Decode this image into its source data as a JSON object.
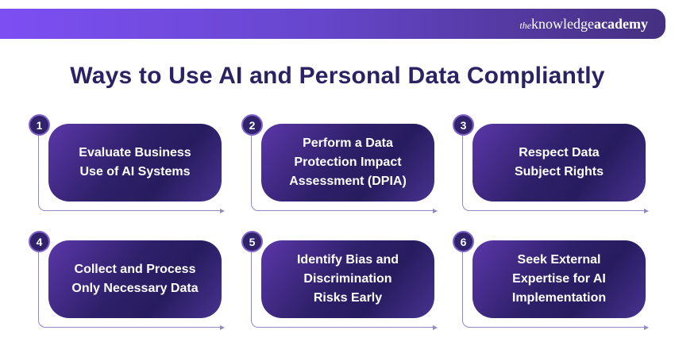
{
  "header": {
    "logo_the": "the",
    "logo_knowledge": "knowledge",
    "logo_academy": "academy"
  },
  "title": "Ways to Use AI and Personal Data Compliantly",
  "colors": {
    "header_gradient_start": "#7d4ff3",
    "header_gradient_end": "#453080",
    "title_text": "#2b2264",
    "card_gradient_light": "#5b37a9",
    "card_gradient_dark": "#281c60",
    "card_text": "#ffffff",
    "badge_fill": "#30236b",
    "badge_ring": "#7e62c9",
    "connector_line": "#9089c7",
    "background": "#ffffff"
  },
  "steps": [
    {
      "number": "1",
      "label": "Evaluate Business\nUse of AI Systems"
    },
    {
      "number": "2",
      "label": "Perform a Data\nProtection Impact\nAssessment (DPIA)"
    },
    {
      "number": "3",
      "label": "Respect Data\nSubject Rights"
    },
    {
      "number": "4",
      "label": "Collect and Process\nOnly Necessary Data"
    },
    {
      "number": "5",
      "label": "Identify Bias and\nDiscrimination\nRisks Early"
    },
    {
      "number": "6",
      "label": "Seek External\nExpertise for AI\nImplementation"
    }
  ]
}
